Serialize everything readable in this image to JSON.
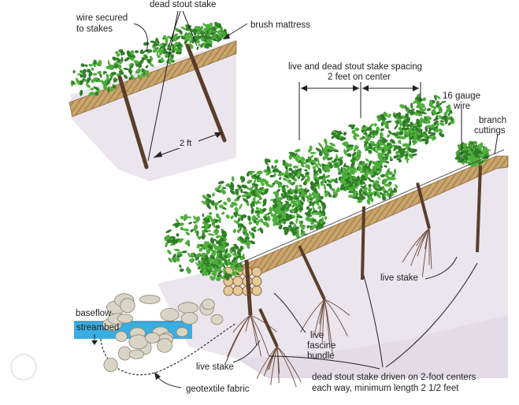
{
  "labels": {
    "dead_stout_stake_top": "dead stout stake",
    "wire_secured_1": "wire secured",
    "wire_secured_2": "to stakes",
    "brush_mattress": "brush mattress",
    "spacing_1": "live and dead stout stake spacing",
    "spacing_2": "2 feet on center",
    "two_ft": "2 ft",
    "gauge_1": "16 gauge",
    "gauge_2": "wire",
    "branch_1": "branch",
    "branch_2": "cuttings",
    "live_stake_right": "live stake",
    "baseflow": "baseflow",
    "streambed": "streambed",
    "live_fascine_1": "live",
    "live_fascine_2": "fascine",
    "live_fascine_3": "bundle",
    "live_stake_left": "live stake",
    "dead_stout_bottom_1": "dead stout stake driven on 2-foot centers",
    "dead_stout_bottom_2": "each way, minimum length 2 1/2 feet",
    "geotextile": "geotextile fabric"
  },
  "colors": {
    "soil": "#e8e2ec",
    "soil_shadow": "#d9cfdc",
    "mattress": "#b8925a",
    "mattress_dark": "#8a6a3a",
    "foliage": "#4fae3c",
    "foliage_dark": "#2f7d27",
    "water": "#3aaee0",
    "stone": "#d8d4c6",
    "stake": "#5a3e2a",
    "root": "#6a4a36"
  }
}
